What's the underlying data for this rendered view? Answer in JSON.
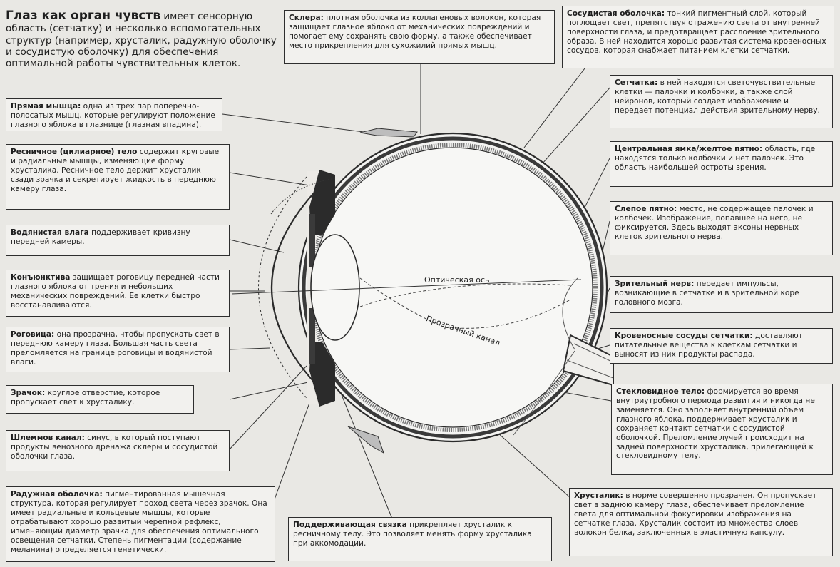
{
  "intro": {
    "title": "Глаз как орган чувств",
    "text": " имеет сенсорную область (сетчатку) и несколько вспомогательных структур (например, хрусталик, радужную оболочку и сосудистую оболочку) для обеспечения оптимальной работы чувствительных клеток."
  },
  "labels": [
    {
      "title": "Прямая мышца:",
      "text": " одна из трех пар поперечно-полосатых мышц, которые регулируют положение глазного яблока в глазнице (глазная впадина)."
    },
    {
      "title": "Ресничное (цилиарное) тело",
      "text": " содержит круговые и радиальные мышцы, изменяющие форму хрусталика. Ресничное тело держит хрусталик сзади зрачка и секретирует жидкость в переднюю камеру глаза."
    },
    {
      "title": "Водянистая влага",
      "text": " поддерживает кривизну передней камеры."
    },
    {
      "title": "Конъюнктива",
      "text": " защищает роговицу передней части глазного яблока от трения и небольших механических повреждений. Ее клетки быстро восстанавливаются."
    },
    {
      "title": "Роговица:",
      "text": " она прозрачна, чтобы пропускать свет в переднюю камеру глаза. Большая часть света преломляется на границе роговицы и водянистой влаги."
    },
    {
      "title": "Зрачок:",
      "text": " круглое отверстие, которое пропускает свет к хрусталику."
    },
    {
      "title": "Шлеммов канал:",
      "text": " синус, в который поступают продукты венозного дренажа склеры и сосудистой оболочки глаза."
    },
    {
      "title": "Радужная оболочка:",
      "text": " пигментированная мышечная структура, которая регулирует проход света через зрачок. Она имеет радиальные и кольцевые мышцы, которые отрабатывают хорошо развитый черепной рефлекс, изменяющий диаметр зрачка для обеспечения оптимального освещения сетчатки. Степень пигментации (содержание меланина) определяется генетически."
    },
    {
      "title": "Склера:",
      "text": " плотная оболочка из коллагеновых волокон, которая защищает глазное яблоко от механических повреждений и помогает ему сохранять свою форму, а также обеспечивает место прикрепления для сухожилий прямых мышц."
    },
    {
      "title": "Сосудистая оболочка:",
      "text": " тонкий пигментный слой, который поглощает свет, препятствуя отражению света от внутренней поверхности глаза, и предотвращает расслоение зрительного образа. В ней находится хорошо развитая система кровеносных сосудов, которая снабжает питанием клетки сетчатки."
    },
    {
      "title": "Сетчатка:",
      "text": " в ней находятся светочувствительные клетки — палочки и колбочки, а также слой нейронов, который создает изображение и передает потенциал действия зрительному нерву."
    },
    {
      "title": "Центральная ямка/желтое пятно:",
      "text": " область, где находятся только колбочки и нет палочек. Это область наибольшей остроты зрения."
    },
    {
      "title": "Слепое пятно:",
      "text": " место, не содержащее палочек и колбочек. Изображение, попавшее на него, не фиксируется. Здесь выходят аксоны нервных клеток зрительного нерва."
    },
    {
      "title": "Зрительный нерв:",
      "text": " передает импульсы, возникающие в сетчатке и в зрительной коре головного мозга."
    },
    {
      "title": "Кровеносные сосуды сетчатки:",
      "text": " доставляют питательные вещества к клеткам сетчатки и выносят из них продукты распада."
    },
    {
      "title": "Стекловидное тело:",
      "text": " формируется во время внутриутробного периода развития и никогда не заменяется. Оно заполняет внутренний объем глазного яблока, поддерживает хрусталик и сохраняет контакт сетчатки с сосудистой оболочкой. Преломление лучей происходит на задней поверхности хрусталика, прилегающей к стекловидному телу."
    },
    {
      "title": "Поддерживающая связка",
      "text": " прикрепляет хрусталик к ресничному телу. Это позволяет менять форму хрусталика при аккомодации."
    },
    {
      "title": "Хрусталик:",
      "text": " в норме совершенно прозрачен. Он пропускает свет в заднюю камеру глаза, обеспечивает преломление света для оптимальной фокусировки изображения на сетчатке глаза. Хрусталик состоит из множества слоев волокон белка, заключенных в эластичную капсулу."
    }
  ],
  "axis_labels": {
    "optical_axis": "Оптическая ось",
    "clear_canal": "Прозрачный канал"
  },
  "colors": {
    "background": "#e9e8e4",
    "box": "#f2f1ee",
    "ink": "#2e2e2e",
    "pigment": "#2b2b2b"
  }
}
